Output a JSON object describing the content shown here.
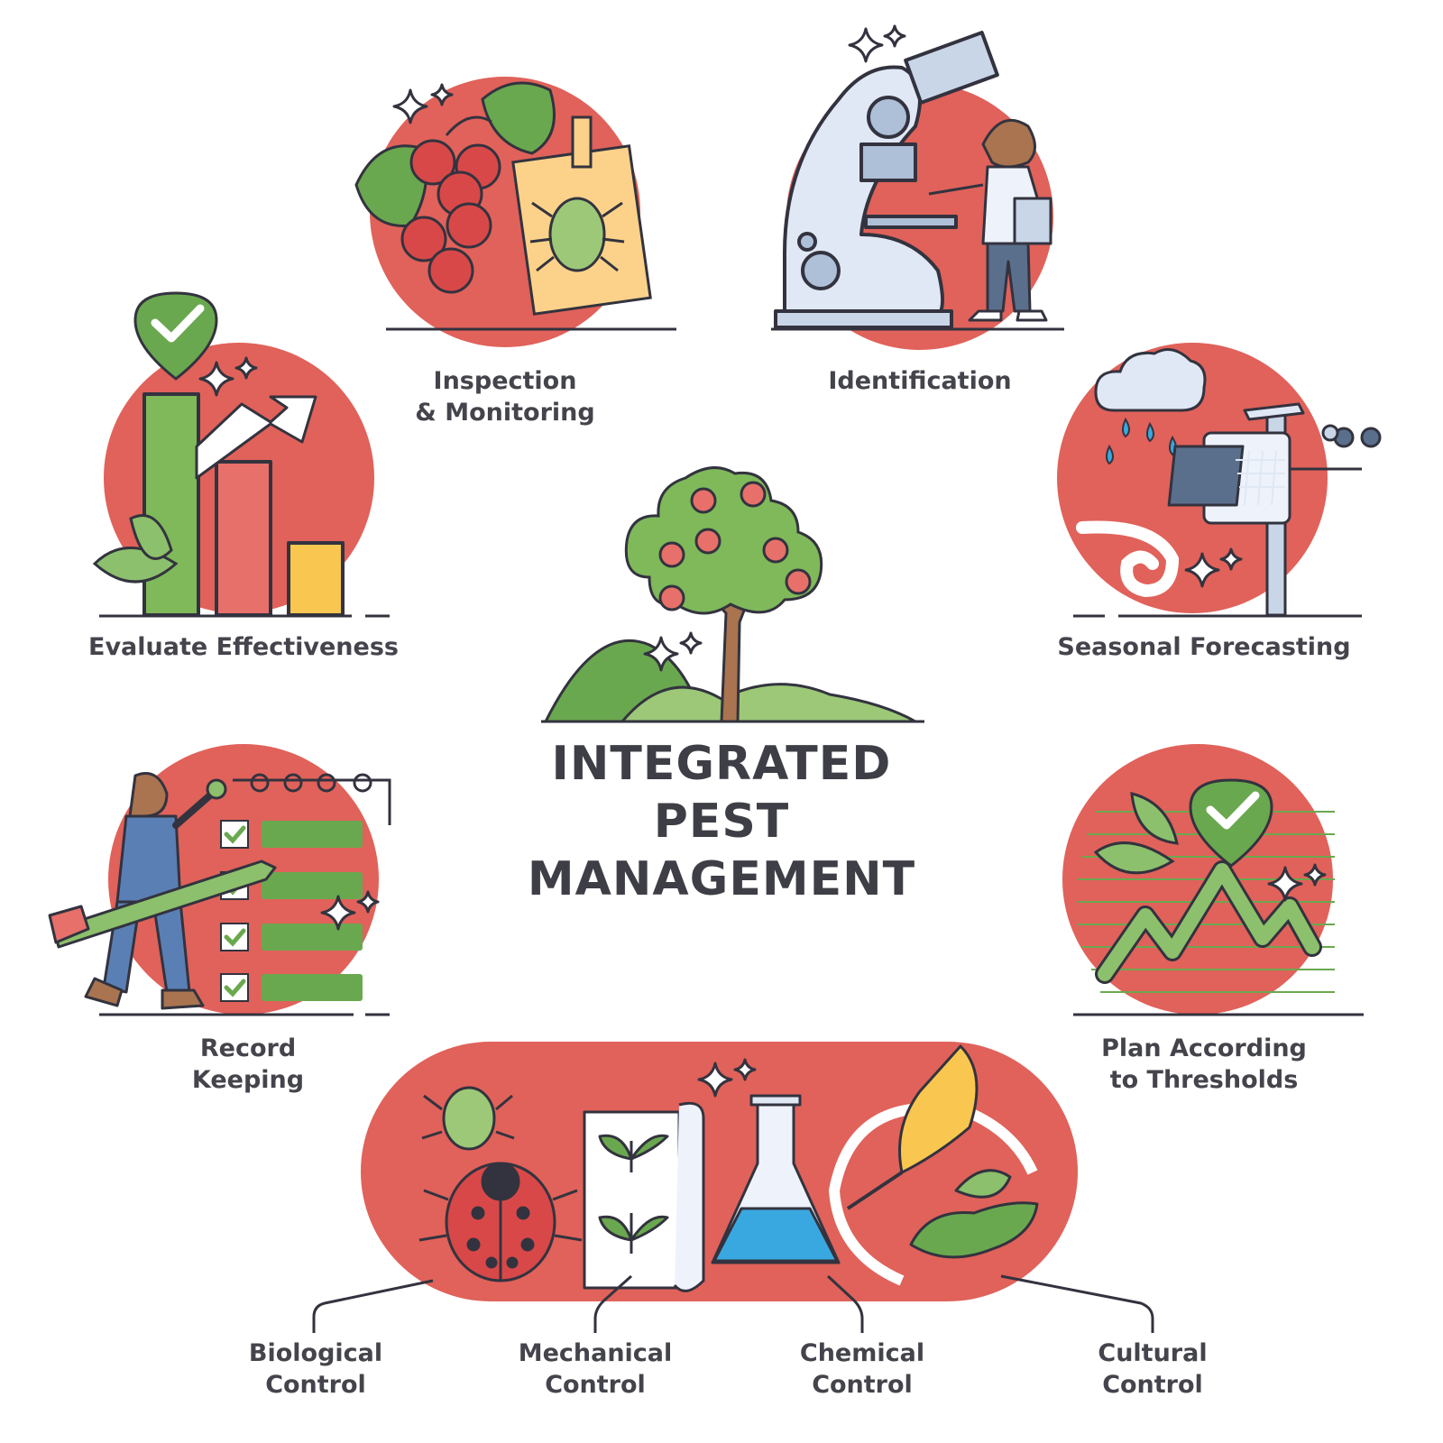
{
  "title": {
    "line1": "INTEGRATED",
    "line2": "PEST",
    "line3": "MANAGEMENT"
  },
  "steps": {
    "inspection": {
      "line1": "Inspection",
      "line2": "& Monitoring"
    },
    "identification": {
      "line1": "Identification"
    },
    "evaluate": {
      "line1": "Evaluate Effectiveness"
    },
    "forecasting": {
      "line1": "Seasonal Forecasting"
    },
    "record": {
      "line1": "Record",
      "line2": "Keeping"
    },
    "thresholds": {
      "line1": "Plan According",
      "line2": "to Thresholds"
    }
  },
  "controls": {
    "biological": {
      "line1": "Biological",
      "line2": "Control"
    },
    "mechanical": {
      "line1": "Mechanical",
      "line2": "Control"
    },
    "chemical": {
      "line1": "Chemical",
      "line2": "Control"
    },
    "cultural": {
      "line1": "Cultural",
      "line2": "Control"
    }
  },
  "colors": {
    "accent_red": "#e0625a",
    "leaf_green": "#6aa84f",
    "outline": "#33333f",
    "bar_yellow": "#f9c74f",
    "liquid_blue": "#3aa8e0"
  }
}
